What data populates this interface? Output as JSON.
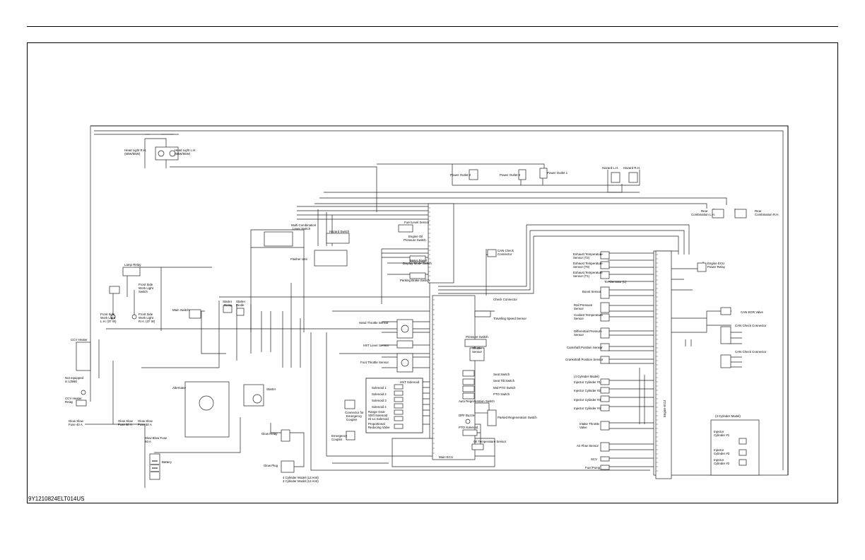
{
  "figure_code": "9Y1210824ELT014US",
  "components": {
    "head_light_rh": [
      "Head Light R.H.",
      "(60W/55W)"
    ],
    "head_light_lh": [
      "Head Light L.H.",
      "(60W/55W)"
    ],
    "power_outlet_2": "Power Outlet 2",
    "power_outlet_3": "Power Outlet 3",
    "power_outlet_1": "Power Outlet 1",
    "hazard_lh": "Hazard L.H.",
    "hazard_rh": "Hazard R.H.",
    "rear_combination_lh": [
      "Rear",
      "Combination L.H."
    ],
    "rear_combination_rh": [
      "Rear",
      "Combination R.H."
    ],
    "multi_combination_lever_switch": [
      "Multi Combination",
      "Lever Switch"
    ],
    "hazard_switch": "Hazard Switch",
    "flasher_unit": "Flasher Unit",
    "fuel_level_sensor": "Fuel Level Sensor",
    "engine_oil_pressure_switch": [
      "Engine Oil",
      "Pressure Switch"
    ],
    "meter_panel": "Meter Panel",
    "display_mode_switch": "Display Mode Switch",
    "parking_brake_switch": "Parking Brake Switch",
    "can_check_connector_top": [
      "CAN Check",
      "Connector"
    ],
    "lamp_relay": "Lamp Relay",
    "front_side_work_light_switch": [
      "Front Side",
      "Work Light",
      "Switch"
    ],
    "front_side_work_light_lh": [
      "Front Side",
      "Work Light",
      "L.H. (37 W)"
    ],
    "front_side_work_light_rh": [
      "Front Side",
      "Work Light",
      "R.H. (37 W)"
    ],
    "main_switch": "Main Switch",
    "starter_relay": [
      "Starter",
      "Relay"
    ],
    "starter_diode": [
      "Starter",
      "Diode"
    ],
    "check_connector": "Check Connector",
    "traveling_speed_sensor": "Traveling Speed Sensor",
    "hand_throttle_sensor": "Hand Throttle Sensor",
    "hst_lever_sensor": "HST Lever Sensor",
    "foot_throttle_sensor": "Foot Throttle Sensor",
    "pressure_switch": "Pressure Switch",
    "shuttle_sensor": [
      "Shuttle",
      "Sensor"
    ],
    "seat_switch": "Seat Switch",
    "seat_tilt_switch": "Seat Tilt Switch",
    "mid_pto_switch": "Mid PTO Switch",
    "pto_switch": "PTO Switch",
    "auto_regeneration_switch": "Auto Regeneration Switch",
    "parked_regeneration_switch": "Parked Regeneration Switch",
    "dpf_buzzer": "DPF Buzzer",
    "pto_solenoid": "PTO Solenoid",
    "oil_temperature_sensor": "Oil Temperature Sensor",
    "main_ecu": "Main ECU",
    "hst_solenoid": "HST Solenoid",
    "solenoids": [
      "Solenoid 1",
      "Solenoid 2",
      "Solenoid 3",
      "Solenoid 4"
    ],
    "range_gear_shift_solenoid": [
      "Range Gear",
      "Shift Solenoid"
    ],
    "hi_lo_solenoid": "Hi-Lo Solenoid",
    "proportional_reducing_valve": [
      "Proportional",
      "Reducing Valve"
    ],
    "connector_emergency_coupler": [
      "Connector for",
      "Emergency",
      "Coupler"
    ],
    "emergency_coupler": [
      "Emergency",
      "Coupler"
    ],
    "ccv_heater": "CCV Heater",
    "not_equipped": [
      "Not equipped",
      "in L3560"
    ],
    "ccv_heater_relay": [
      "CCV Heater",
      "Relay"
    ],
    "alternator": "Alternator",
    "starter": "Starter",
    "glow_slow_fuse_40a": [
      "Glow Slow",
      "Fuse 40 A"
    ],
    "glow_slow_fuse_60a": [
      "Glow Slow",
      "Fuse 60 A"
    ],
    "glow_slow_fuse_50a": [
      "Glow Slow",
      "Fuse 50 A"
    ],
    "slow_blow_fuse_60a": [
      "Slow Blow Fuse",
      "60 A"
    ],
    "battery": "Battery",
    "glow_relay": "Glow Relay",
    "glow_plug": "Glow Plug",
    "glow_plug_models": [
      "4 Cylinder Model (12 Amt)",
      "3 Cylinder Model (12 Amt)"
    ],
    "exhaust_temp_t2": [
      "Exhaust Temperature",
      "Sensor (T2)"
    ],
    "exhaust_temp_t0": [
      "Exhaust Temperature",
      "Sensor (T0)"
    ],
    "exhaust_temp_t1": [
      "Exhaust Temperature",
      "Sensor (T1)"
    ],
    "to_alternator": "To Alternator (L)",
    "boost_sensor": "Boost Sensor",
    "rail_pressure_sensor": [
      "Rail Pressure",
      "Sensor"
    ],
    "coolant_temp_sensor": [
      "Coolant Temperature",
      "Sensor"
    ],
    "differential_pressure_sensor": [
      "Differential Pressure",
      "Sensor"
    ],
    "camshaft_position_sensor": "Camshaft Position Sensor",
    "crankshaft_position_sensor": "Crankshaft Position Sensor",
    "cylinder_model_4": "(4 Cylinder Model)",
    "injectors_4": [
      "Injector Cylinder #1",
      "Injector Cylinder #2",
      "Injector Cylinder #3",
      "Injector Cylinder #4"
    ],
    "intake_throttle_valve": [
      "Intake Throttle",
      "Valve"
    ],
    "air_flow_sensor": "Air Flow Sensor",
    "scv": "SCV",
    "fuel_pump": "Fuel Pump",
    "engine_ecu": "Engine ECU",
    "engine_ecu_power_relay": [
      "Engine ECU",
      "Power Relay"
    ],
    "can_egr_valve": "CAN EGR Valve",
    "can_check_connector_1": "CAN Check Connector",
    "can_check_connector_2": "CAN Check Connector",
    "cylinder_model_3": "(3 Cylinder Model)",
    "injectors_3": [
      [
        "Injector",
        "Cylinder #1"
      ],
      [
        "Injector",
        "Cylinder #3"
      ],
      [
        "Injector",
        "Cylinder #2"
      ]
    ]
  }
}
